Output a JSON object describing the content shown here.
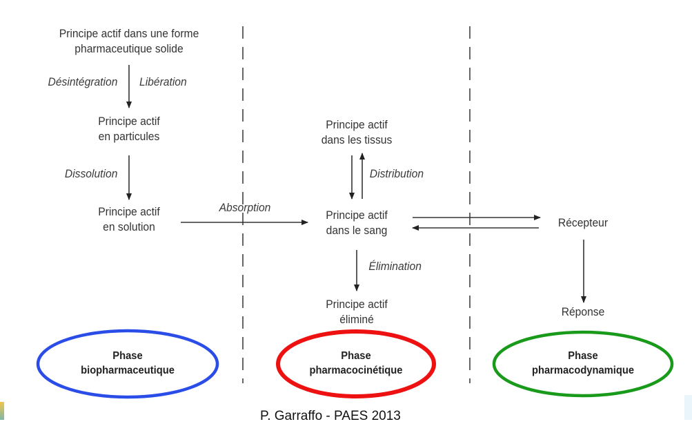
{
  "nodes": {
    "solid_form": "Principe actif dans une forme\npharmaceutique solide",
    "particles": "Principe actif\nen particules",
    "solution": "Principe actif\nen solution",
    "tissues": "Principe actif\ndans les tissus",
    "blood": "Principe actif\ndans le sang",
    "eliminated": "Principe actif\néliminé",
    "receptor": "Récepteur",
    "response": "Réponse"
  },
  "edges": {
    "disintegration": "Désintégration",
    "liberation": "Libération",
    "dissolution": "Dissolution",
    "absorption": "Absorption",
    "distribution": "Distribution",
    "elimination": "Élimination"
  },
  "phases": [
    {
      "label": "Phase\nbiopharmaceutique",
      "color": "#2a4de8"
    },
    {
      "label": "Phase\npharmacocinétique",
      "color": "#ee1111"
    },
    {
      "label": "Phase\npharmacodynamique",
      "color": "#1a9a1a"
    }
  ],
  "footer": "P. Garraffo - PAES 2013"
}
